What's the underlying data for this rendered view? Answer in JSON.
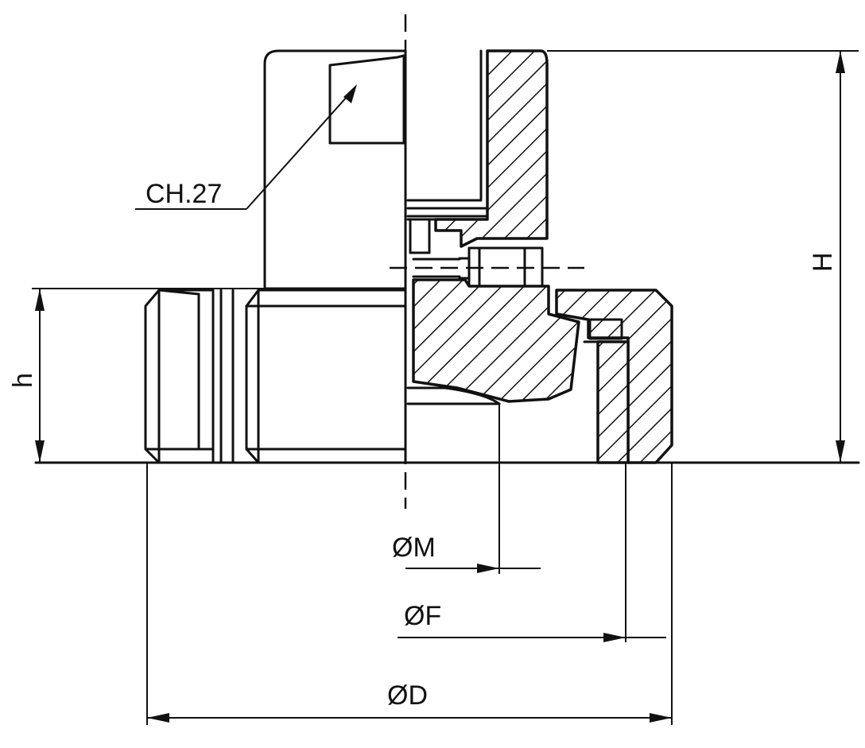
{
  "labels": {
    "wrench_size": "CH.27",
    "height_total": "H",
    "height_base": "h",
    "diameter_m": "ØM",
    "diameter_f": "ØF",
    "diameter_d": "ØD"
  },
  "colors": {
    "line": "#111111",
    "background": "#ffffff"
  }
}
